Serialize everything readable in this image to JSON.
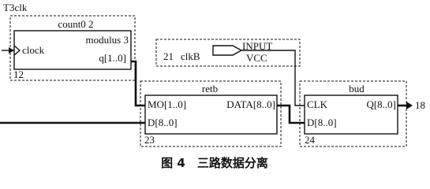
{
  "modules": {
    "t3clk": {
      "title": "T3clk",
      "subtitle": "count0 2",
      "id": "12",
      "port_clock": "clock",
      "port_modulus": "modulus 3",
      "port_q": "q[1..0]"
    },
    "clkb": {
      "name": "clkB",
      "id": "21",
      "input_label": "INPUT",
      "vcc_label": "VCC"
    },
    "retb": {
      "title": "retb",
      "id": "23",
      "port_mo": "MO[1..0]",
      "port_d": "D[8..0]",
      "port_data": "DATA[8..0]"
    },
    "bud": {
      "title": "bud",
      "id": "24",
      "port_clk": "CLK",
      "port_d": "D[8..0]",
      "port_q": "Q[8..0]"
    }
  },
  "output_label": "18",
  "caption": "图 4　三路数据分离"
}
